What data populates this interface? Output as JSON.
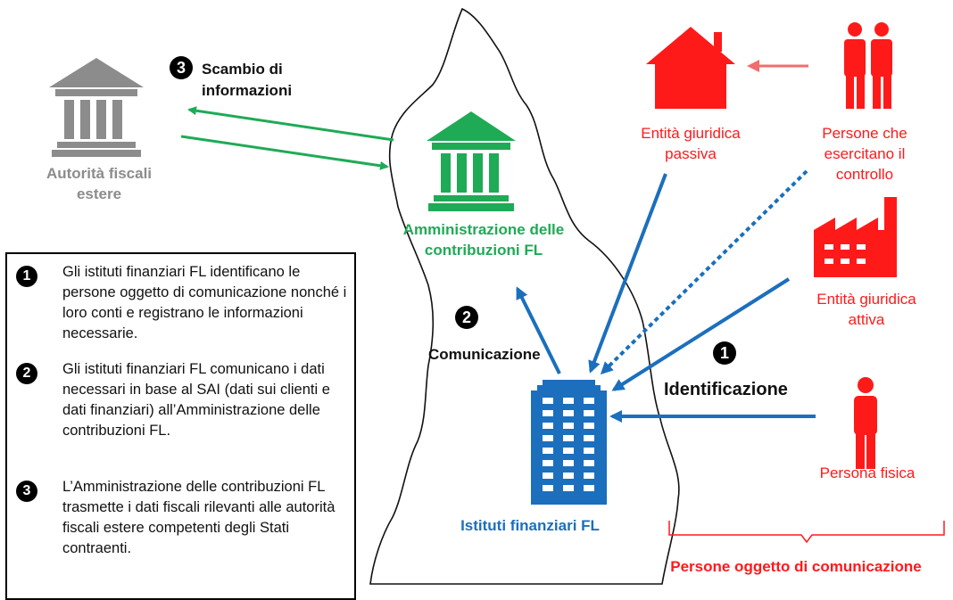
{
  "labels": {
    "foreign_authorities": "Autorità fiscali estere",
    "exchange_info": "Scambio di informazioni",
    "tax_administration": "Amministrazione delle contribuzioni FL",
    "communication": "Comunicazione",
    "financial_institutions": "Istituti finanziari FL",
    "identification": "Identificazione",
    "passive_entity": "Entità giuridica passiva",
    "controlling_persons": "Persone che esercitano il controllo",
    "active_entity": "Entità giuridica attiva",
    "natural_person": "Persona fisica",
    "reportable_persons": "Persone oggetto di comunicazione"
  },
  "step_numbers": [
    "1",
    "2",
    "3"
  ],
  "legend": [
    {
      "number": "1",
      "text": "Gli istituti finanziari FL identificano le persone oggetto di comunicazione nonché i loro conti e registrano le informazioni necessarie."
    },
    {
      "number": "2",
      "text": "Gli istituti finanziari FL comunicano i dati necessari in base al SAI (dati sui clienti e dati finanziari) all’Amministrazione delle contribuzioni FL."
    },
    {
      "number": "3",
      "text": "L’Amministrazione delle contribuzioni FL trasmette i dati fiscali rilevanti alle autorità fiscali estere competenti degli Stati contraenti."
    }
  ],
  "colors": {
    "grey": "#8c8c8c",
    "green": "#1faa56",
    "blue": "#1b6fbd",
    "red": "#ff1a1a",
    "light_red_arrow": "#f26d6d"
  },
  "icons": [
    "foreign-bank-icon",
    "tax-admin-bank-icon",
    "financial-building-icon",
    "house-icon",
    "two-persons-icon",
    "factory-icon",
    "person-icon"
  ]
}
